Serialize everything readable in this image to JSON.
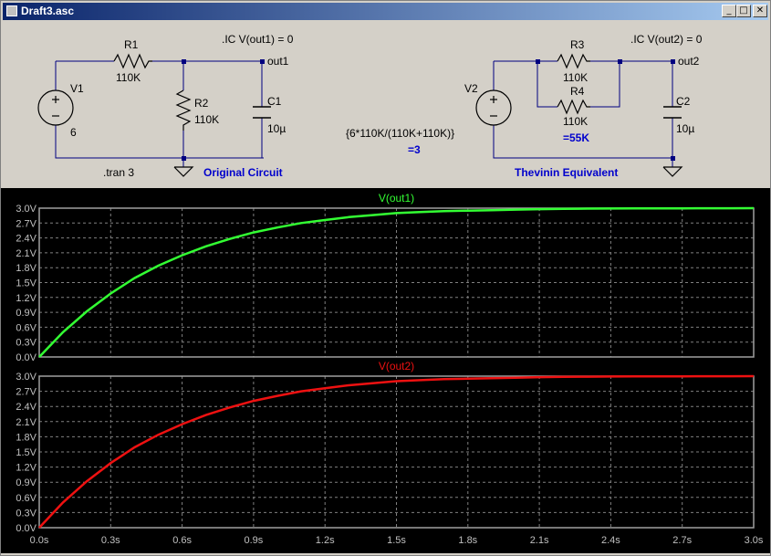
{
  "window": {
    "title": "Draft3.asc",
    "buttons": {
      "minimize": "_",
      "maximize": "□",
      "close": "✕"
    }
  },
  "schematic": {
    "ic1": ".IC V(out1) = 0",
    "ic2": ".IC V(out2) = 0",
    "r1": {
      "name": "R1",
      "value": "110K"
    },
    "r2": {
      "name": "R2",
      "value": "110K"
    },
    "r3": {
      "name": "R3",
      "value": "110K"
    },
    "r4": {
      "name": "R4",
      "value": "110K"
    },
    "v1": {
      "name": "V1",
      "value": "6"
    },
    "v2": {
      "name": "V2"
    },
    "c1": {
      "name": "C1",
      "value": "10µ"
    },
    "c2": {
      "name": "C2",
      "value": "10µ"
    },
    "net_out1": "out1",
    "net_out2": "out2",
    "tran": ".tran 3",
    "label_original": "Original Circuit",
    "label_thevenin": "Thevinin Equivalent",
    "expr": "{6*110K/(110K+110K)}",
    "expr_result": "=3",
    "r_equiv": "=55K",
    "colors": {
      "component": "#000080",
      "wire": "#000080",
      "annotation": "#0000cc",
      "junction": "#000080"
    }
  },
  "chart_data": [
    {
      "type": "line",
      "title": "V(out1)",
      "color": "#33ff33",
      "x": [
        0,
        0.1,
        0.2,
        0.3,
        0.4,
        0.5,
        0.6,
        0.7,
        0.8,
        0.9,
        1.0,
        1.1,
        1.2,
        1.3,
        1.4,
        1.5,
        1.6,
        1.7,
        1.8,
        1.9,
        2.0,
        2.1,
        2.2,
        2.3,
        2.4,
        2.5,
        2.6,
        2.7,
        2.8,
        2.9,
        3.0
      ],
      "y": [
        0,
        0.5,
        0.92,
        1.28,
        1.59,
        1.84,
        2.05,
        2.23,
        2.38,
        2.51,
        2.61,
        2.7,
        2.76,
        2.82,
        2.86,
        2.9,
        2.92,
        2.94,
        2.95,
        2.96,
        2.97,
        2.98,
        2.985,
        2.99,
        2.992,
        2.995,
        2.996,
        2.997,
        2.998,
        2.999,
        3.0
      ],
      "xlim": [
        0,
        3.0
      ],
      "ylim": [
        0,
        3.0
      ],
      "yticks": [
        "0.0V",
        "0.3V",
        "0.6V",
        "0.9V",
        "1.2V",
        "1.5V",
        "1.8V",
        "2.1V",
        "2.4V",
        "2.7V",
        "3.0V"
      ],
      "ytick_values": [
        0,
        0.3,
        0.6,
        0.9,
        1.2,
        1.5,
        1.8,
        2.1,
        2.4,
        2.7,
        3.0
      ],
      "grid": true
    },
    {
      "type": "line",
      "title": "V(out2)",
      "color": "#ee1111",
      "x": [
        0,
        0.1,
        0.2,
        0.3,
        0.4,
        0.5,
        0.6,
        0.7,
        0.8,
        0.9,
        1.0,
        1.1,
        1.2,
        1.3,
        1.4,
        1.5,
        1.6,
        1.7,
        1.8,
        1.9,
        2.0,
        2.1,
        2.2,
        2.3,
        2.4,
        2.5,
        2.6,
        2.7,
        2.8,
        2.9,
        3.0
      ],
      "y": [
        0,
        0.5,
        0.92,
        1.28,
        1.59,
        1.84,
        2.05,
        2.23,
        2.38,
        2.51,
        2.61,
        2.7,
        2.76,
        2.82,
        2.86,
        2.9,
        2.92,
        2.94,
        2.95,
        2.96,
        2.97,
        2.98,
        2.985,
        2.99,
        2.992,
        2.995,
        2.996,
        2.997,
        2.998,
        2.999,
        3.0
      ],
      "xlim": [
        0,
        3.0
      ],
      "ylim": [
        0,
        3.0
      ],
      "yticks": [
        "0.0V",
        "0.3V",
        "0.6V",
        "0.9V",
        "1.2V",
        "1.5V",
        "1.8V",
        "2.1V",
        "2.4V",
        "2.7V",
        "3.0V"
      ],
      "ytick_values": [
        0,
        0.3,
        0.6,
        0.9,
        1.2,
        1.5,
        1.8,
        2.1,
        2.4,
        2.7,
        3.0
      ],
      "xticks": [
        "0.0s",
        "0.3s",
        "0.6s",
        "0.9s",
        "1.2s",
        "1.5s",
        "1.8s",
        "2.1s",
        "2.4s",
        "2.7s",
        "3.0s"
      ],
      "xtick_values": [
        0,
        0.3,
        0.6,
        0.9,
        1.2,
        1.5,
        1.8,
        2.1,
        2.4,
        2.7,
        3.0
      ],
      "grid": true
    }
  ]
}
